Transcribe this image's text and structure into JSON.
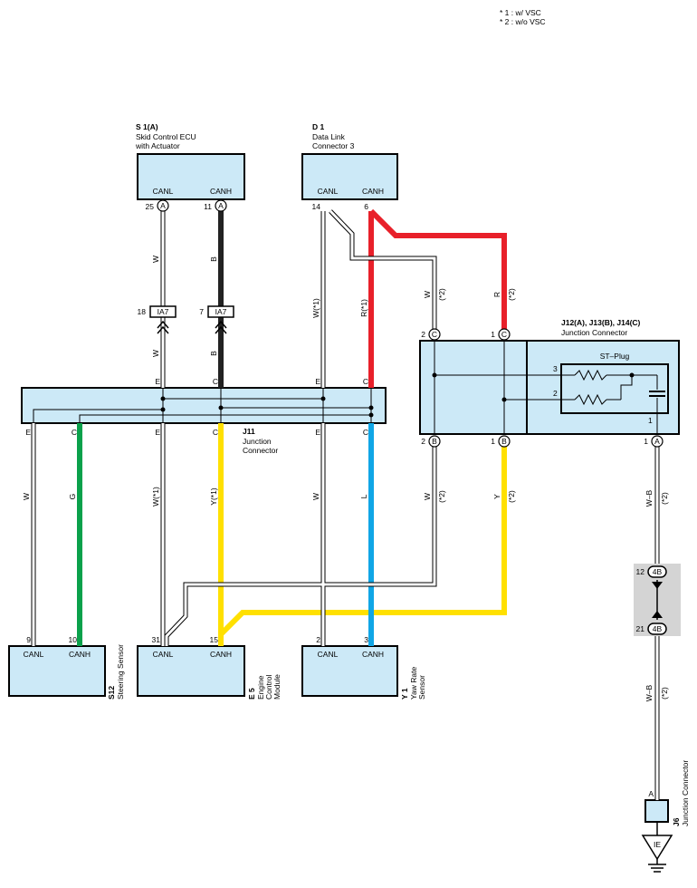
{
  "notes": [
    "* 1 : w/ VSC",
    "* 2 : w/o VSC"
  ],
  "colors": {
    "red": "#e8202a",
    "black": "#222222",
    "green": "#0aa14b",
    "yellow": "#ffe000",
    "blue": "#10a6e6",
    "box_fill": "#cce9f7",
    "splice_fill": "#d4d4d4"
  },
  "components": {
    "s1": {
      "code": "S 1(A)",
      "name1": "Skid Control ECU",
      "name2": "with Actuator",
      "pin_canl": "CANL",
      "pin_canh": "CANH",
      "canl_pin": "25",
      "canh_pin": "11",
      "conn": "A"
    },
    "d1": {
      "code": "D 1",
      "name1": "Data Link",
      "name2": "Connector 3",
      "pin_canl": "CANL",
      "pin_canh": "CANH",
      "canl_pin": "14",
      "canh_pin": "6"
    },
    "j11": {
      "code": "J11",
      "name1": "Junction",
      "name2": "Connector",
      "pin_e": "E",
      "pin_c": "C"
    },
    "j12": {
      "code": "J12(A), J13(B), J14(C)",
      "name": "Junction Connector",
      "st_plug": "ST–Plug",
      "pin3": "3",
      "pin2": "2",
      "pin1": "1",
      "top_pin2": "2",
      "top_pin1": "1",
      "conn_c": "C",
      "bot_pin2": "2",
      "bot_pin1": "1",
      "bot_pin1r": "1",
      "conn_b": "B",
      "conn_a": "A"
    },
    "s12": {
      "code": "S12",
      "name": "Steering Sensor",
      "pin_canl": "CANL",
      "pin_canh": "CANH",
      "canl_pin": "9",
      "canh_pin": "10"
    },
    "e5": {
      "code": "E 5",
      "name1": "Engine",
      "name2": "Control",
      "name3": "Module",
      "pin_canl": "CANL",
      "pin_canh": "CANH",
      "canl_pin": "31",
      "canh_pin": "15"
    },
    "y1": {
      "code": "Y 1",
      "name1": "Yaw Rate",
      "name2": "Sensor",
      "pin_canl": "CANL",
      "pin_canh": "CANH",
      "canl_pin": "2",
      "canh_pin": "3"
    },
    "j6": {
      "code": "J6",
      "name": "Junction Connector",
      "pin": "A",
      "ground": "IE"
    }
  },
  "inline_connector": {
    "label": "IA7",
    "pin_left": "18",
    "pin_right": "7"
  },
  "splice": {
    "label": "4B",
    "pin_top": "12",
    "pin_bottom": "21"
  },
  "wires": {
    "w_s1_canl": "W",
    "b_s1_canh": "B",
    "w_below_canl": "W",
    "b_below_canh": "B",
    "w1_d1": "W(*1)",
    "r1_d1": "R(*1)",
    "w2_top": "W",
    "w2_top_note": "(*2)",
    "r2_top": "R",
    "r2_top_note": "(*2)",
    "w_s12": "W",
    "g_s12": "G",
    "w1_e5": "W(*1)",
    "y1_e5": "Y(*1)",
    "w_y1": "W",
    "l_y1": "L",
    "w2_bot": "W",
    "w2_bot_note": "(*2)",
    "y2_bot": "Y",
    "y2_bot_note": "(*2)",
    "wb_top": "W–B",
    "wb_top_note": "(*2)",
    "wb_bot": "W–B",
    "wb_bot_note": "(*2)"
  }
}
